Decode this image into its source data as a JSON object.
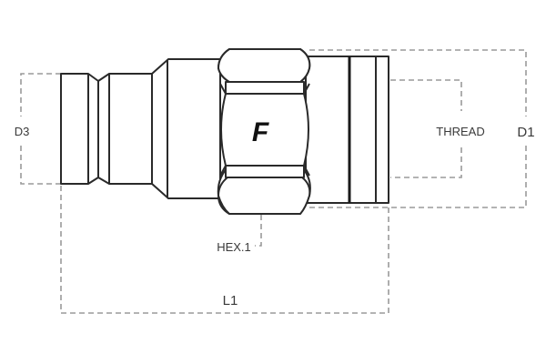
{
  "diagram": {
    "subject": "flat-face hydraulic quick coupling (male plug)",
    "logo": "F",
    "labels": {
      "d3": "D3",
      "thread": "THREAD",
      "d1": "D1",
      "hex": "HEX.1",
      "l1": "L1"
    },
    "colors": {
      "outline": "#2a2a2a",
      "dimension_lines": "#9a9a9a",
      "text": "#3a3a3a",
      "background": "#ffffff"
    }
  }
}
